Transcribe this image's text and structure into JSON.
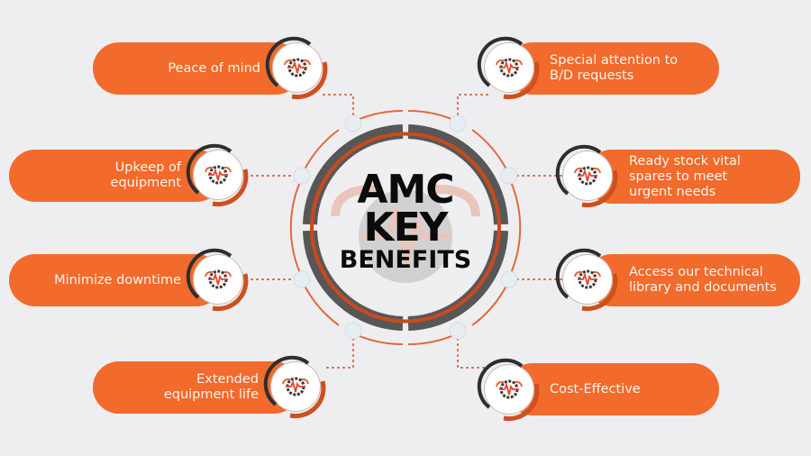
{
  "title": {
    "line1": "AMC",
    "line2": "KEY",
    "line3": "BENEFITS"
  },
  "colors": {
    "background": "#eeeef1",
    "accent_orange": "#f26a2c",
    "ring_gray": "#555555",
    "ring_orange": "#c94a1c",
    "node_fill": "#e6eef3",
    "title_text": "#0b0b0b",
    "pill_text": "#fff5ee"
  },
  "icon": "gear-pulse-logo-icon",
  "benefits": {
    "left": [
      {
        "label": "Peace of mind"
      },
      {
        "label": "Upkeep of\nequipment"
      },
      {
        "label": "Minimize downtime"
      },
      {
        "label": "Extended\nequipment life"
      }
    ],
    "right": [
      {
        "label": "Special attention to\nB/D requests"
      },
      {
        "label": "Ready stock vital\nspares to meet\nurgent needs"
      },
      {
        "label": "Access our technical\nlibrary and documents"
      },
      {
        "label": "Cost-Effective"
      }
    ]
  }
}
